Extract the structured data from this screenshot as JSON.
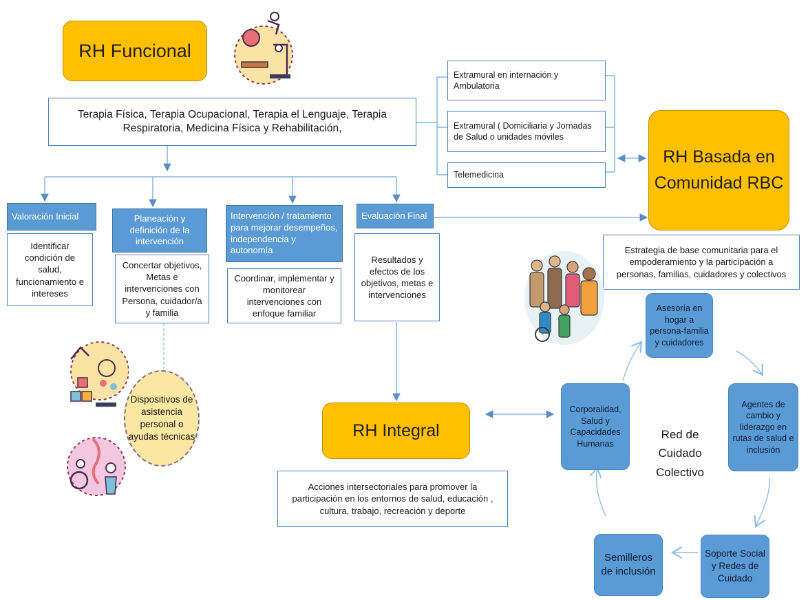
{
  "colors": {
    "accent_gold": "#ffc000",
    "blue": "#5b9bd5",
    "border_blue": "#4a7fbe",
    "arrow": "#6fa8dc"
  },
  "functional": {
    "title": "RH Funcional",
    "therapies": "Terapia Física, Terapia Ocupacional, Terapia el Lenguaje, Terapia Respiratoria, Medicina Física y Rehabilitación,",
    "modalities": [
      "Extramural  en internación y Ambulatoria",
      "Extramural ( Domiciliaria y Jornadas de Salud o unidades móviles",
      "Telemedicina"
    ],
    "stages": [
      {
        "label": "Valoración  Inicial",
        "detail": "Identificar condición de salud, funcionamiento e intereses"
      },
      {
        "label": "Planeación y definición de la intervención",
        "detail": "Concertar objetivos, Metas e intervenciones con Persona, cuidador/a y familia"
      },
      {
        "label": "Intervención / tratamiento para mejorar desempeños, independencia y autonomía",
        "detail": "Coordinar, implementar y monitorear intervenciones con enfoque familiar"
      },
      {
        "label": "Evaluación Final",
        "detail": "Resultados  y efectos de los objetivos,  metas e intervenciones"
      }
    ],
    "devices": "Dispositivos de asistencia personal o ayudas técnicas"
  },
  "rbc": {
    "title": "RH Basada en Comunidad RBC",
    "strategy": "Estrategia de base comunitaria  para el empoderamiento y la participación a personas, familias, cuidadores y colectivos"
  },
  "integral": {
    "title": "RH Integral",
    "actions": "Acciones intersectoriales para promover la participación en los entornos de salud, educación , cultura, trabajo, recreación y deporte"
  },
  "care_network": {
    "center_label": "Red de Cuidado Colectivo",
    "nodes": [
      "Asesoría en hogar a persona-familia y cuidadores",
      "Agentes de cambio y liderazgo en rutas de salud e inclusión",
      "Soporte Social y Redes de Cuidado",
      "Semilleros de inclusión",
      "Corporalidad, Salud y Capacidades Humanas"
    ]
  },
  "icons": [
    "therapy-illustration-icon",
    "toys-illustration-icon",
    "disability-illustration-icon",
    "community-people-illustration-icon"
  ]
}
